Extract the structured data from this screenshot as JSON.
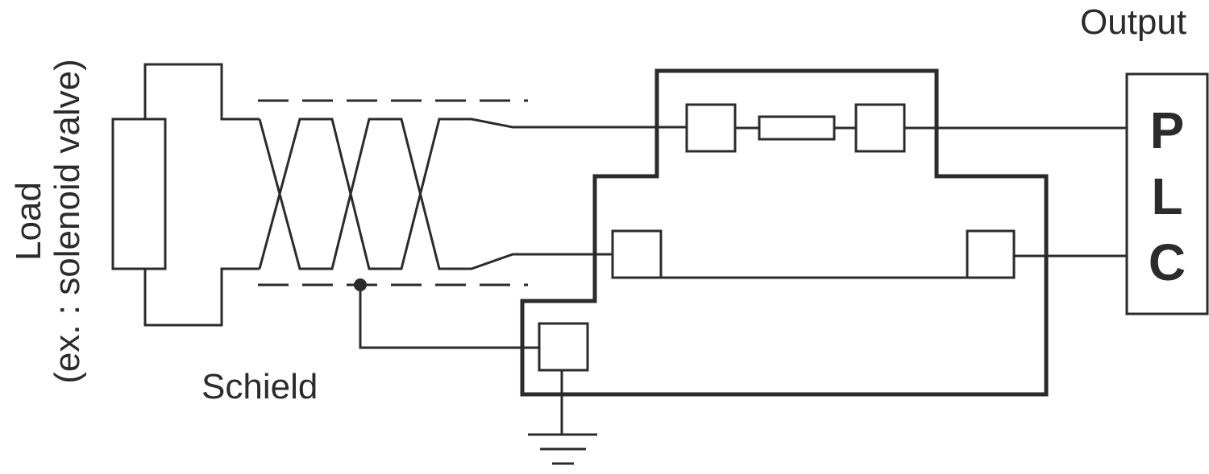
{
  "labels": {
    "output": "Output",
    "schield": "Schield",
    "load_line1": "Load",
    "load_line2": "(ex. : solenoid  valve)"
  },
  "plc": {
    "letters": [
      "P",
      "L",
      "C"
    ]
  },
  "colors": {
    "stroke": "#2b2b2b",
    "background": "#ffffff"
  },
  "icons": [
    "ground-icon",
    "junction-dot-icon"
  ]
}
